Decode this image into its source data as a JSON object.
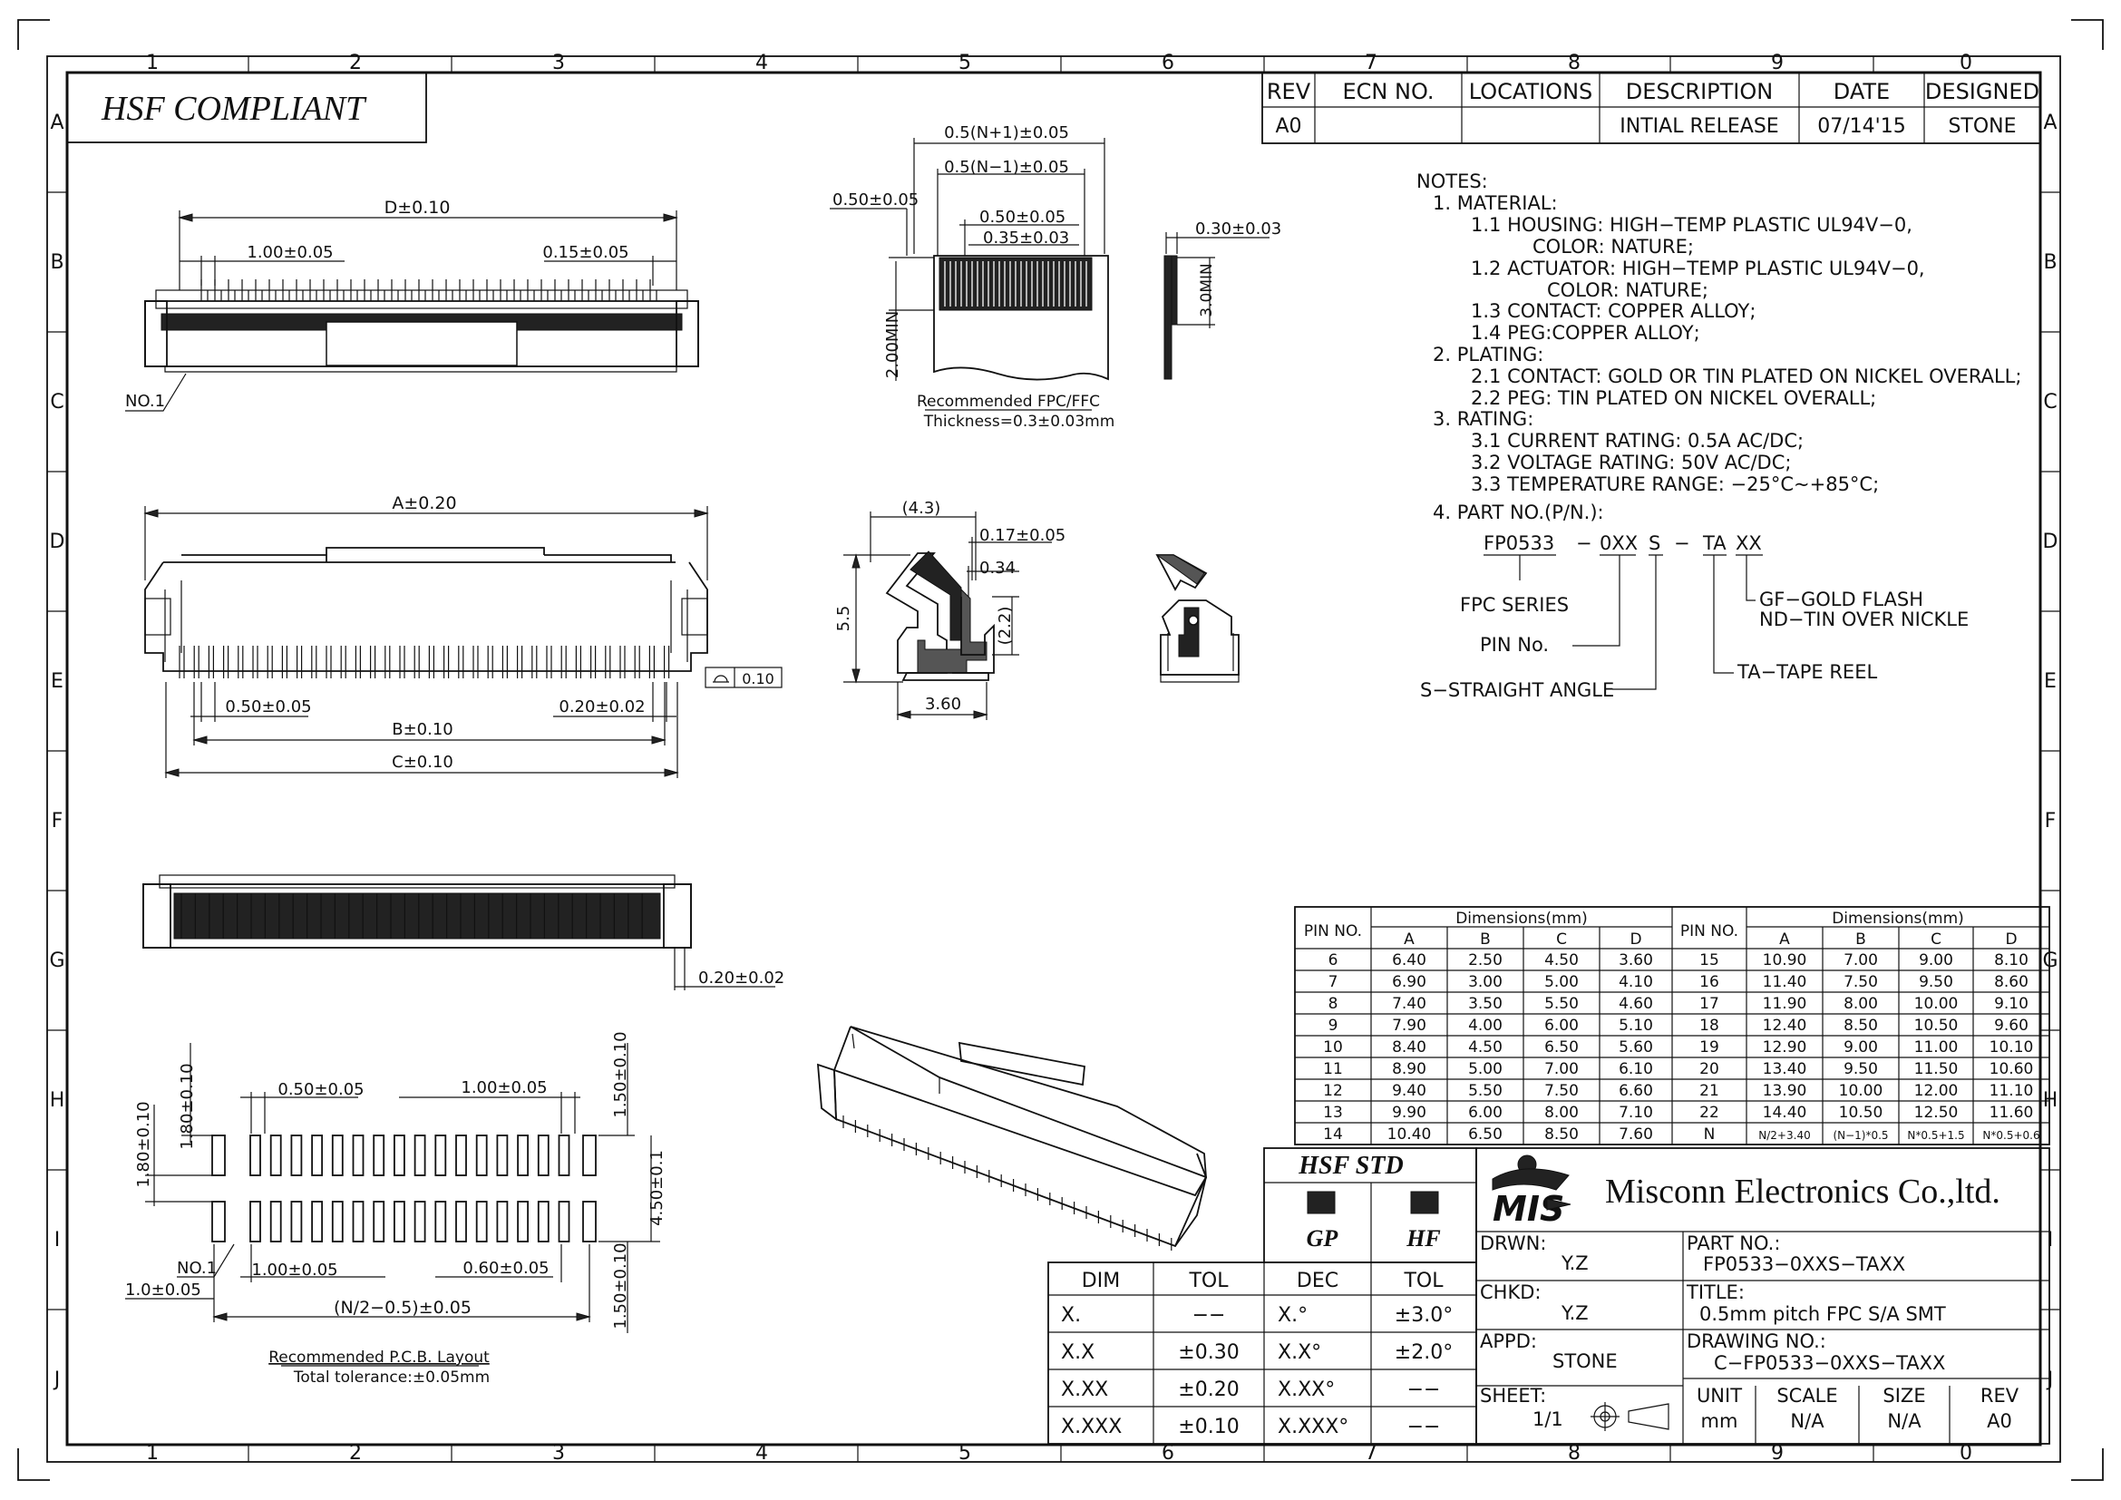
{
  "border": {
    "cols": [
      "1",
      "2",
      "3",
      "4",
      "5",
      "6",
      "7",
      "8",
      "9",
      "0"
    ],
    "rows": [
      "A",
      "B",
      "C",
      "D",
      "E",
      "F",
      "G",
      "H",
      "I",
      "J"
    ]
  },
  "hsf_compliant": "HSF COMPLIANT",
  "revision_table": {
    "headers": [
      "REV",
      "ECN NO.",
      "LOCATIONS",
      "DESCRIPTION",
      "DATE",
      "DESIGNED"
    ],
    "row": [
      "A0",
      "",
      "",
      "INTIAL RELEASE",
      "07/14'15",
      "STONE"
    ]
  },
  "dims": {
    "d": "D±0.10",
    "pitch_100": "1.00±0.05",
    "w015": "0.15±0.05",
    "no1": "NO.1",
    "a": "A±0.20",
    "w050": "0.50±0.05",
    "w020": "0.20±0.02",
    "b": "B±0.10",
    "c": "C±0.10",
    "flatness": "0.10",
    "w020_side": "0.20±0.02",
    "n_plus": "0.5(N+1)±0.05",
    "n_minus": "0.5(N−1)±0.05",
    "fpc_050": "0.50±0.05",
    "fpc_050b": "0.50±0.05",
    "fpc_035": "0.35±0.03",
    "fpc_2min": "2.00MIN",
    "fpc_030": "0.30±0.03",
    "fpc_3min": "3.0MIN",
    "fpc_caption1": "Recommended FPC/FFC",
    "fpc_caption2": "Thickness=0.3±0.03mm",
    "side_43": "(4.3)",
    "side_017": "0.17±0.05",
    "side_034": "0.34",
    "side_55": "5.5",
    "side_22": "(2.2)",
    "side_360": "3.60",
    "pcb_050": "0.50±0.05",
    "pcb_100": "1.00±0.05",
    "pcb_180a": "1.80±0.10",
    "pcb_180b": "1.80±0.10",
    "pcb_150a": "1.50±0.10",
    "pcb_450": "4.50±0.1",
    "pcb_150b": "1.50±0.10",
    "pcb_no1": "NO.1",
    "pcb_10": "1.0±0.05",
    "pcb_100b": "1.00±0.05",
    "pcb_060": "0.60±0.05",
    "pcb_n2": "(N/2−0.5)±0.05",
    "pcb_caption1": "Recommended P.C.B. Layout",
    "pcb_caption2": "Total tolerance:±0.05mm"
  },
  "notes": [
    "NOTES:",
    "1. MATERIAL:",
    "1.1 HOUSING: HIGH−TEMP PLASTIC UL94V−0,",
    "COLOR: NATURE;",
    "1.2 ACTUATOR: HIGH−TEMP PLASTIC UL94V−0,",
    "COLOR: NATURE;",
    "1.3 CONTACT: COPPER ALLOY;",
    "1.4 PEG:COPPER ALLOY;",
    "2. PLATING:",
    "2.1 CONTACT: GOLD OR TIN PLATED ON NICKEL OVERALL;",
    "2.2 PEG: TIN PLATED ON NICKEL OVERALL;",
    "3. RATING:",
    "3.1 CURRENT RATING: 0.5A AC/DC;",
    "3.2 VOLTAGE RATING: 50V AC/DC;",
    "3.3 TEMPERATURE RANGE: −25°C~+85°C;",
    "4. PART NO.(P/N.):"
  ],
  "part_no_code": {
    "p1": "FP0533",
    "d1": "−",
    "p2": "0XX",
    "p3": "S",
    "d2": "−",
    "p4": "TA",
    "p5": "XX",
    "fpc_series": "FPC SERIES",
    "pin_no": "PIN No.",
    "straight": "S−STRAIGHT ANGLE",
    "gf": "GF−GOLD FLASH",
    "nd": "ND−TIN OVER NICKLE",
    "ta": "TA−TAPE REEL"
  },
  "dim_table": {
    "pin_header": "PIN NO.",
    "dim_header": "Dimensions(mm)",
    "cols": [
      "A",
      "B",
      "C",
      "D"
    ],
    "left": [
      [
        "6",
        "6.40",
        "2.50",
        "4.50",
        "3.60"
      ],
      [
        "7",
        "6.90",
        "3.00",
        "5.00",
        "4.10"
      ],
      [
        "8",
        "7.40",
        "3.50",
        "5.50",
        "4.60"
      ],
      [
        "9",
        "7.90",
        "4.00",
        "6.00",
        "5.10"
      ],
      [
        "10",
        "8.40",
        "4.50",
        "6.50",
        "5.60"
      ],
      [
        "11",
        "8.90",
        "5.00",
        "7.00",
        "6.10"
      ],
      [
        "12",
        "9.40",
        "5.50",
        "7.50",
        "6.60"
      ],
      [
        "13",
        "9.90",
        "6.00",
        "8.00",
        "7.10"
      ],
      [
        "14",
        "10.40",
        "6.50",
        "8.50",
        "7.60"
      ]
    ],
    "right": [
      [
        "15",
        "10.90",
        "7.00",
        "9.00",
        "8.10"
      ],
      [
        "16",
        "11.40",
        "7.50",
        "9.50",
        "8.60"
      ],
      [
        "17",
        "11.90",
        "8.00",
        "10.00",
        "9.10"
      ],
      [
        "18",
        "12.40",
        "8.50",
        "10.50",
        "9.60"
      ],
      [
        "19",
        "12.90",
        "9.00",
        "11.00",
        "10.10"
      ],
      [
        "20",
        "13.40",
        "9.50",
        "11.50",
        "10.60"
      ],
      [
        "21",
        "13.90",
        "10.00",
        "12.00",
        "11.10"
      ],
      [
        "22",
        "14.40",
        "10.50",
        "12.50",
        "11.60"
      ],
      [
        "N",
        "N/2+3.40",
        "(N−1)*0.5",
        "N*0.5+1.5",
        "N*0.5+0.6"
      ]
    ]
  },
  "hsf_std": {
    "title": "HSF STD",
    "gp": "GP",
    "hf": "HF"
  },
  "tolerance_table": {
    "headers": [
      "DIM",
      "TOL",
      "DEC",
      "TOL"
    ],
    "rows": [
      [
        "X.",
        "−−",
        "X.°",
        "±3.0°"
      ],
      [
        "X.X",
        "±0.30",
        "X.X°",
        "±2.0°"
      ],
      [
        "X.XX",
        "±0.20",
        "X.XX°",
        "−−"
      ],
      [
        "X.XXX",
        "±0.10",
        "X.XXX°",
        "−−"
      ]
    ]
  },
  "title_block": {
    "logo": "MIS",
    "company": "Misconn Electronics Co.,ltd.",
    "drwn_label": "DRWN:",
    "drwn": "Y.Z",
    "chkd_label": "CHKD:",
    "chkd": "Y.Z",
    "appd_label": "APPD:",
    "appd": "STONE",
    "sheet_label": "SHEET:",
    "sheet": "1/1",
    "part_label": "PART NO.:",
    "part": "FP0533−0XXS−TAXX",
    "title_label": "TITLE:",
    "title": "0.5mm pitch FPC S/A SMT",
    "drawing_label": "DRAWING NO.:",
    "drawing": "C−FP0533−0XXS−TAXX",
    "unit_label": "UNIT",
    "unit": "mm",
    "scale_label": "SCALE",
    "scale": "N/A",
    "size_label": "SIZE",
    "size": "N/A",
    "rev_label": "REV",
    "rev": "A0"
  }
}
